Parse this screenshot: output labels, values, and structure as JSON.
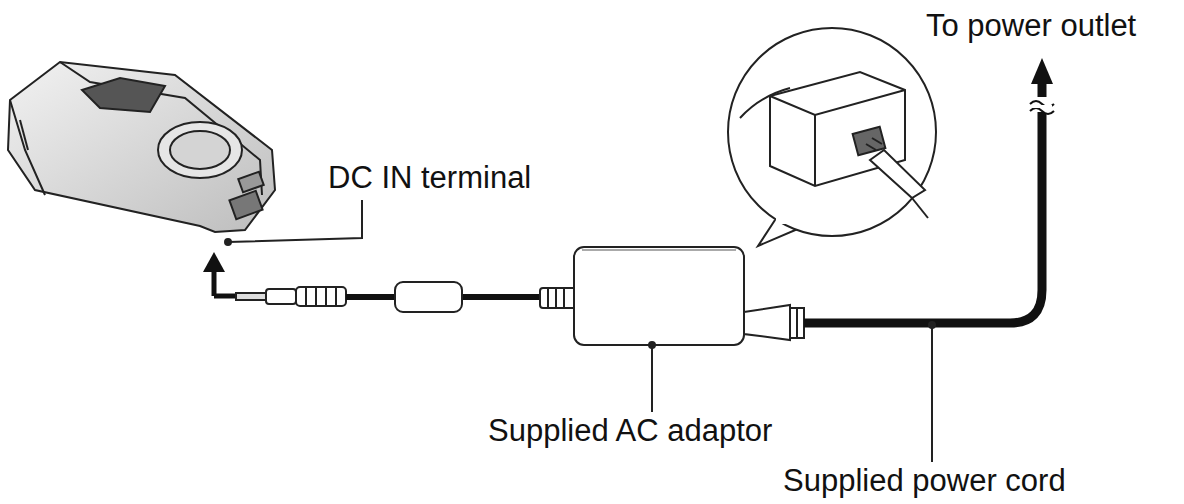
{
  "diagram": {
    "labels": [
      "To power outlet",
      "DC IN terminal",
      "Supplied AC adaptor",
      "Supplied power cord"
    ]
  }
}
